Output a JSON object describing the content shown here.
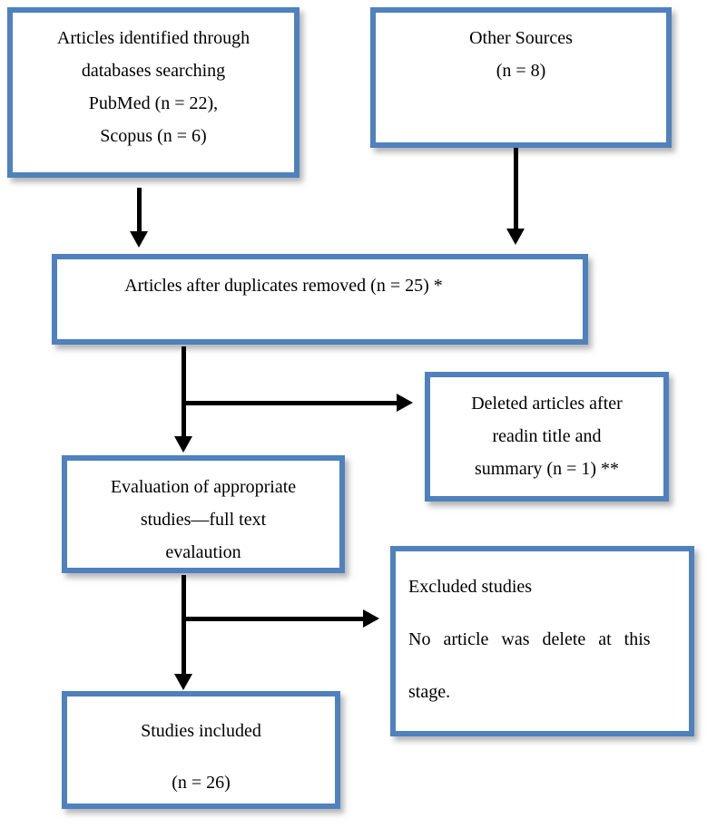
{
  "colors": {
    "box_border": "#4F81BD",
    "arrow": "#000000",
    "background": "#FFFFFF",
    "text": "#000000"
  },
  "boxes": {
    "identification": {
      "lines": [
        "Articles identified through",
        "databases searching",
        "PubMed (n = 22),",
        "Scopus (n = 6)"
      ]
    },
    "other_sources": {
      "lines": [
        "Other Sources",
        "(n = 8)"
      ]
    },
    "duplicates_removed": {
      "lines": [
        "Articles after duplicates removed (n = 25) *"
      ]
    },
    "deleted_articles": {
      "lines": [
        "Deleted articles after",
        "readin title and",
        "summary (n = 1) **"
      ]
    },
    "evaluation": {
      "lines": [
        "Evaluation of appropriate",
        "studies—full text",
        "evalaution"
      ]
    },
    "excluded": {
      "lines": [
        "Excluded studies",
        "No article was delete at this",
        "stage."
      ]
    },
    "included": {
      "lines": [
        "Studies included",
        "(n = 26)"
      ]
    }
  }
}
